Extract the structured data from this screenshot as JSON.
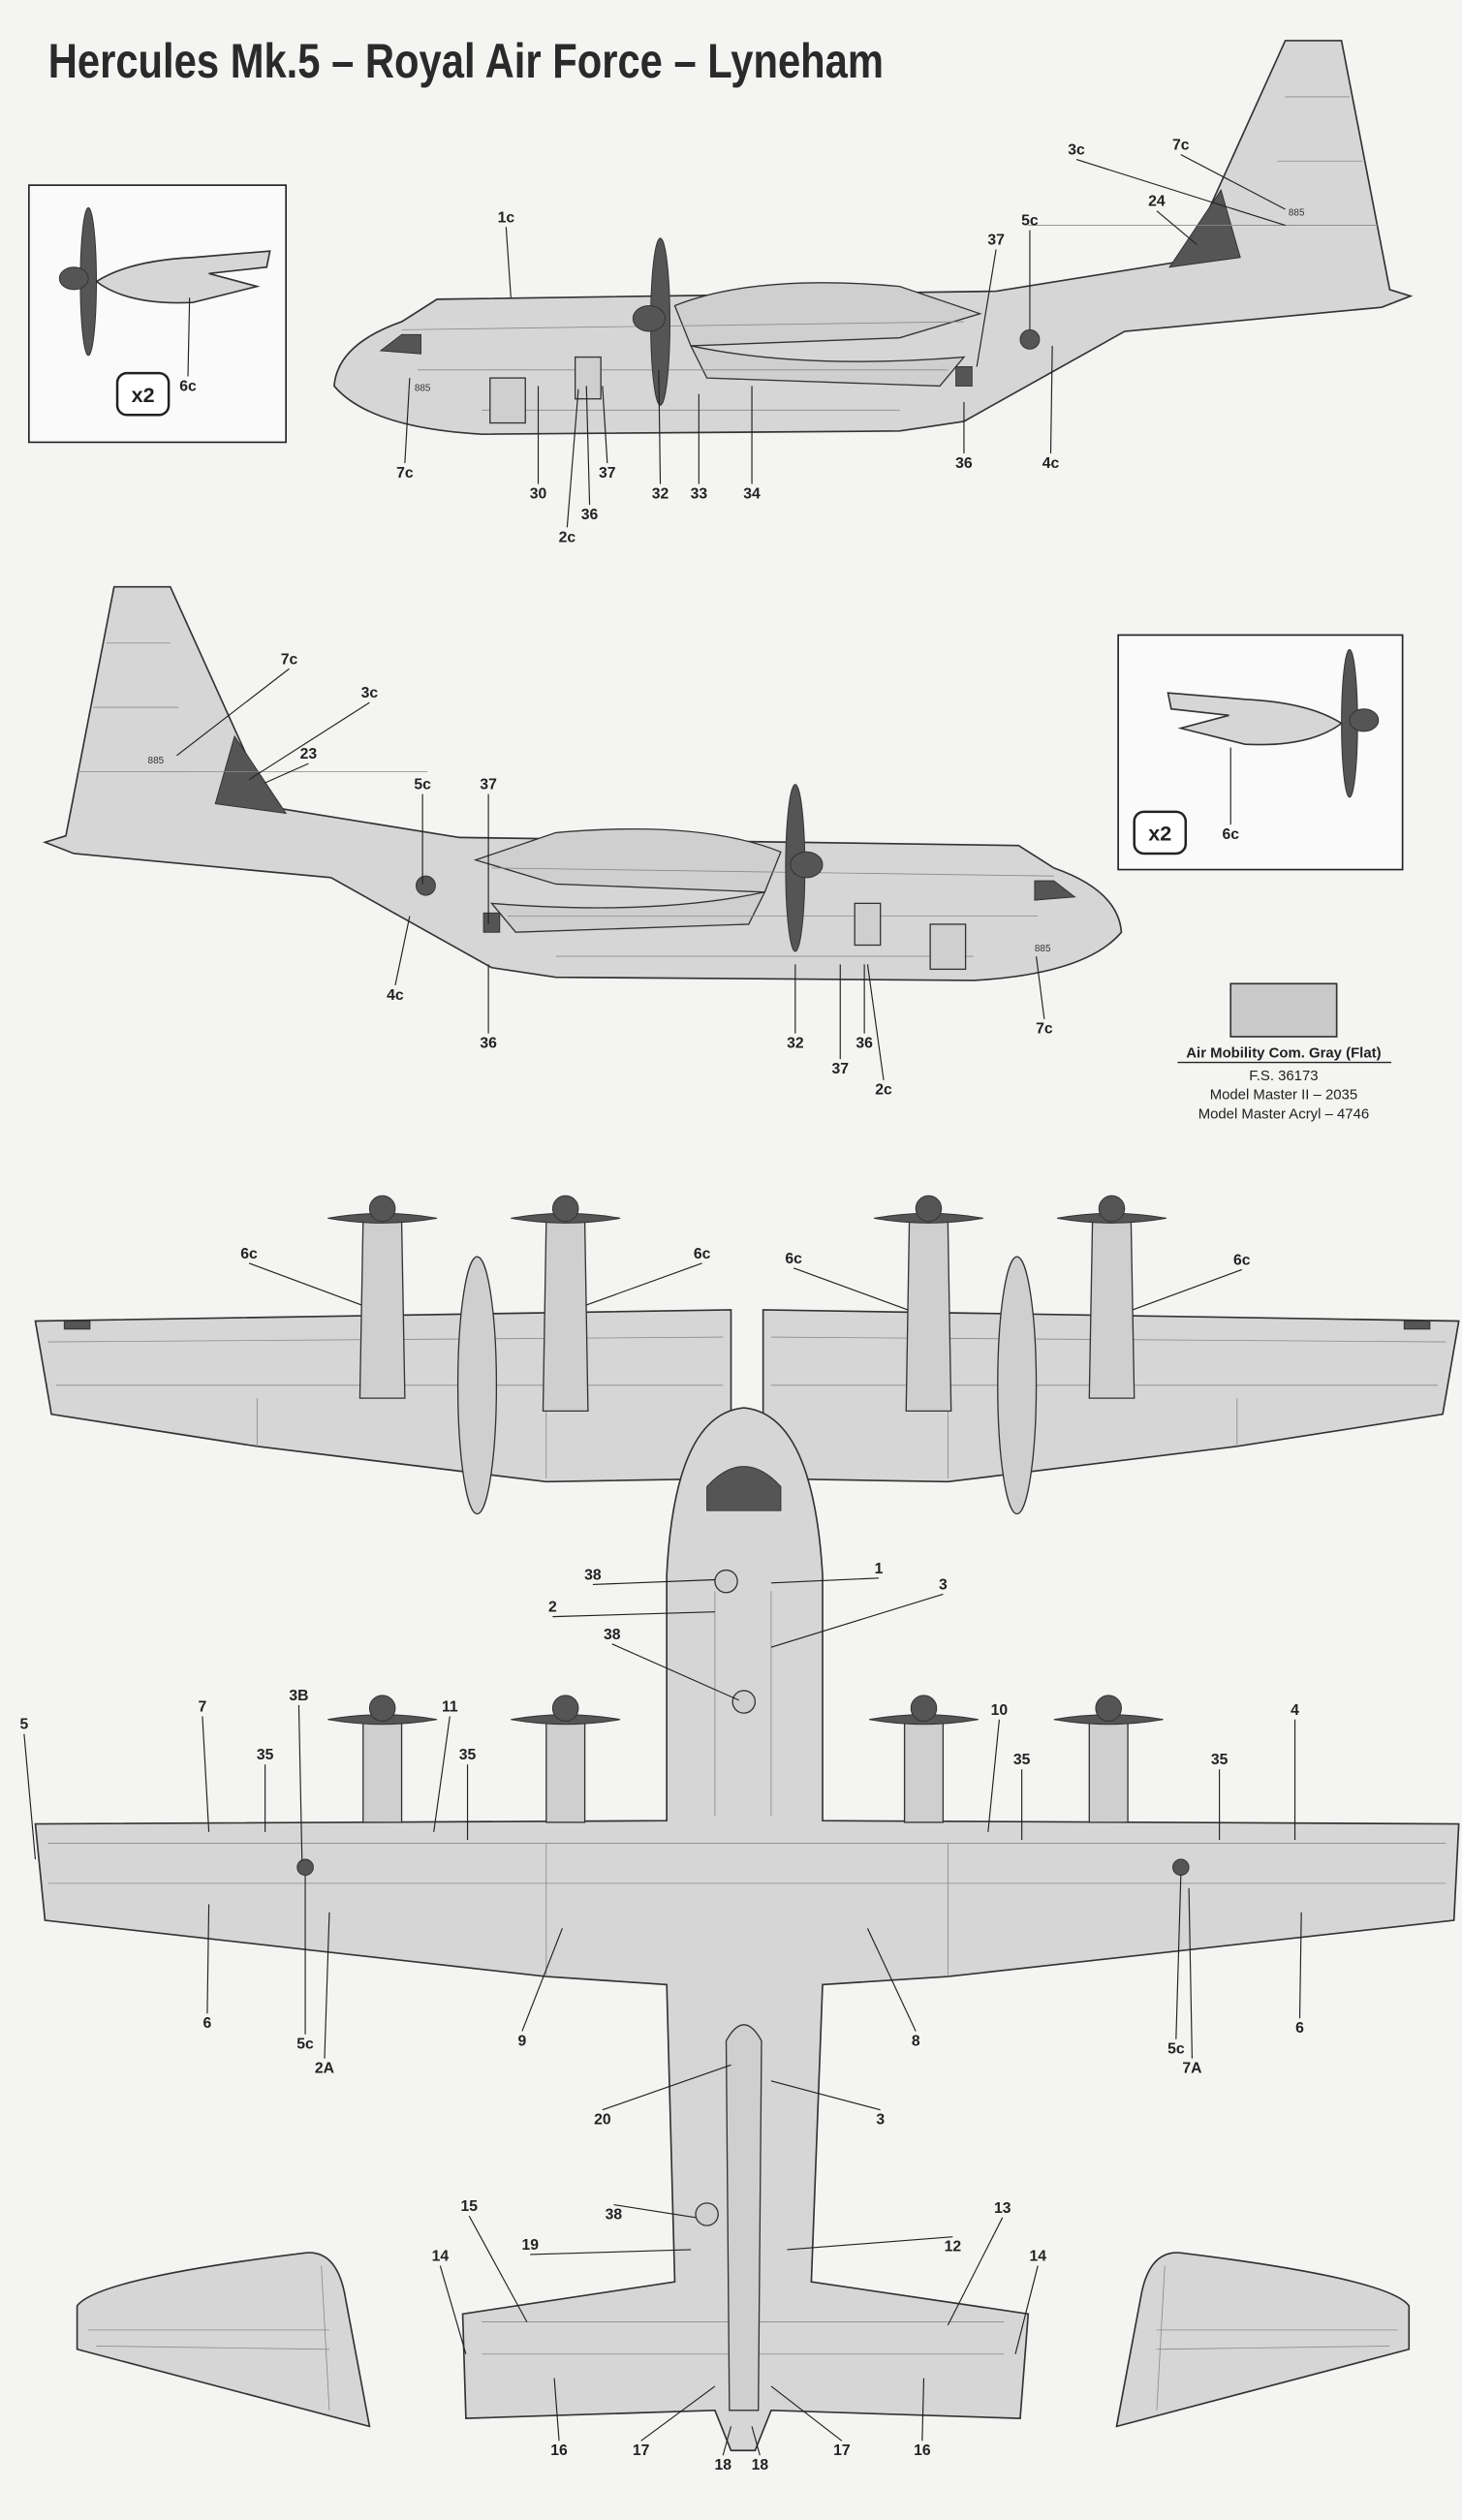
{
  "title": "Hercules Mk.5 – Royal Air Force – Lyneham",
  "inset_multiplier": "x2",
  "paint": {
    "name": "Air Mobility Com. Gray (Flat)",
    "fs": "F.S. 36173",
    "model_master_ii": "Model Master II – 2035",
    "model_master_acryl": "Model Master Acryl – 4746",
    "swatch_color": "#c9c9c9"
  },
  "serial": "885",
  "callouts": {
    "side_view_left": [
      "1c",
      "3c",
      "7c",
      "24",
      "5c",
      "37",
      "7c",
      "30",
      "36",
      "37",
      "2c",
      "32",
      "33",
      "34",
      "36",
      "4c"
    ],
    "inset_left": [
      "6c"
    ],
    "side_view_right": [
      "7c",
      "3c",
      "23",
      "5c",
      "37",
      "4c",
      "36",
      "32",
      "37",
      "36",
      "2c",
      "7c"
    ],
    "inset_right": [
      "6c"
    ],
    "wings_top": [
      "6c",
      "6c",
      "6c",
      "6c"
    ],
    "bottom_view": [
      "38",
      "1",
      "2",
      "3",
      "38",
      "5",
      "7",
      "3B",
      "11",
      "35",
      "35",
      "10",
      "4",
      "35",
      "35",
      "6",
      "5c",
      "2A",
      "9",
      "8",
      "5c",
      "7A",
      "6",
      "20",
      "3",
      "38",
      "15",
      "13",
      "19",
      "12",
      "14",
      "14",
      "16",
      "17",
      "18",
      "18",
      "17",
      "16"
    ]
  }
}
